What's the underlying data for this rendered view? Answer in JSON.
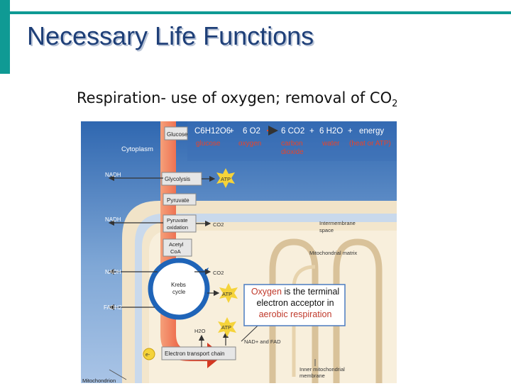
{
  "header": {
    "title": "Necessary Life Functions"
  },
  "subtitle": {
    "main": "Respiration-  use of oxygen; removal of CO",
    "sub": "2"
  },
  "colors": {
    "accent": "#0f9a94",
    "title": "#1e3f78",
    "diagram_label": "#c0392b",
    "atp_star": "#f5d33a",
    "flow_arrow": "#e8442a"
  },
  "diagram": {
    "equation": {
      "glucose_formula": "C6H12O6",
      "plus1": "+",
      "oxygen_formula": "6 O2",
      "carbon_formula": "6 CO2",
      "plus2": "+",
      "water_formula": "6 H2O",
      "plus3": "+",
      "energy": "energy",
      "glucose_label": "glucose",
      "oxygen_label": "oxygen",
      "carbon_label_1": "carbon",
      "carbon_label_2": "dioxide",
      "water_label": "water",
      "energy_label": "(heat or ATP)"
    },
    "labels": {
      "glucose": "Glucose",
      "cytoplasm": "Cytoplasm",
      "nadh_1": "NADH",
      "glycolysis": "Glycolysis",
      "atp": "ATP",
      "pyruvate": "Pyruvate",
      "nadh_2": "NADH",
      "pyruvate_ox_1": "Pyruvate",
      "pyruvate_ox_2": "oxidation",
      "co2": "CO2",
      "intermembrane_1": "Intermembrane",
      "intermembrane_2": "space",
      "acetyl_1": "Acetyl",
      "acetyl_2": "CoA",
      "matrix": "Mitochondrial matrix",
      "nadh_3": "NADH",
      "krebs_1": "Krebs",
      "krebs_2": "cycle",
      "fadh2": "FADH2",
      "h2o": "H2O",
      "nad_fad": "NAD+ and FAD",
      "electron": "e-",
      "etc": "Electron transport chain",
      "inner_membrane_1": "Inner mitochondrial",
      "inner_membrane_2": "membrane",
      "mitochondrion": "Mitochondrion"
    },
    "callout": {
      "part1": "Oxygen",
      "part2": " is the terminal electron acceptor in ",
      "part3": "aerobic respiration"
    }
  }
}
